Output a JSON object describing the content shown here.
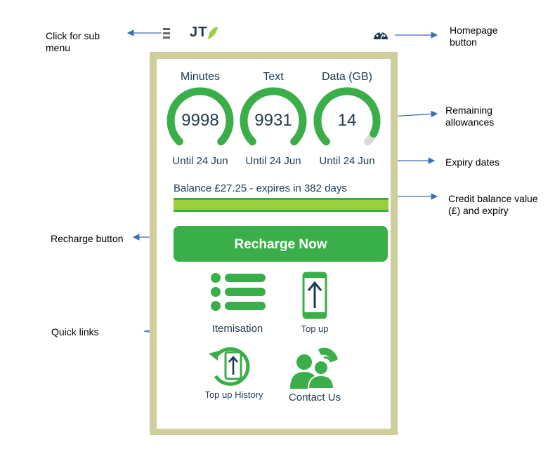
{
  "annotations": {
    "submenu": "Click for sub menu",
    "homepage": "Homepage button",
    "allowances": "Remaining allowances",
    "expiry": "Expiry dates",
    "credit": "Credit balance value (£) and expiry",
    "recharge": "Recharge button",
    "quicklinks": "Quick links"
  },
  "header": {
    "logo_text": "JT"
  },
  "gauges": [
    {
      "label": "Minutes",
      "value": "9998",
      "expiry": "Until 24 Jun",
      "fill": 1.0
    },
    {
      "label": "Text",
      "value": "9931",
      "expiry": "Until 24 Jun",
      "fill": 1.0
    },
    {
      "label": "Data (GB)",
      "value": "14",
      "expiry": "Until 24 Jun",
      "fill": 0.93
    }
  ],
  "balance": {
    "text": "Balance £27.25 - expires in 382 days"
  },
  "recharge": {
    "label": "Recharge Now"
  },
  "quick_links": [
    {
      "label": "Itemisation",
      "icon": "list-icon"
    },
    {
      "label": "Top up",
      "icon": "phone-topup-icon"
    },
    {
      "label": "Top up History",
      "icon": "topup-history-icon"
    },
    {
      "label": "Contact Us",
      "icon": "contact-icon"
    }
  ],
  "colors": {
    "green": "#3aae49",
    "light_green": "#9bcf3f",
    "navy": "#1d3a52",
    "frame": "#cfcf9e",
    "arrow": "#3b6fb6"
  }
}
